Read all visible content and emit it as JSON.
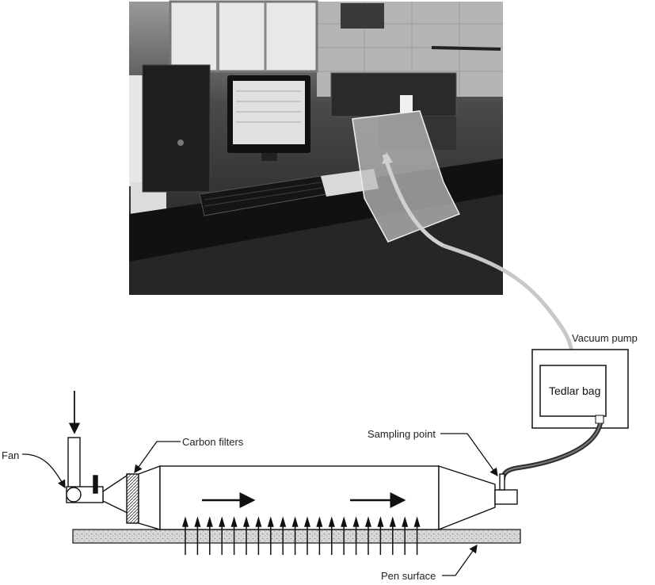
{
  "labels": {
    "vacuum_pump": "Vacuum pump",
    "tedlar_bag": "Tedlar bag",
    "carbon_filters": "Carbon filters",
    "sampling_point": "Sampling point",
    "fan": "Fan",
    "pen_surface": "Pen surface"
  },
  "colors": {
    "photo_dark": "#1c1c1c",
    "tube_light": "#c8c8c8",
    "tube_dark": "#3a3a3a",
    "line": "#111111"
  }
}
